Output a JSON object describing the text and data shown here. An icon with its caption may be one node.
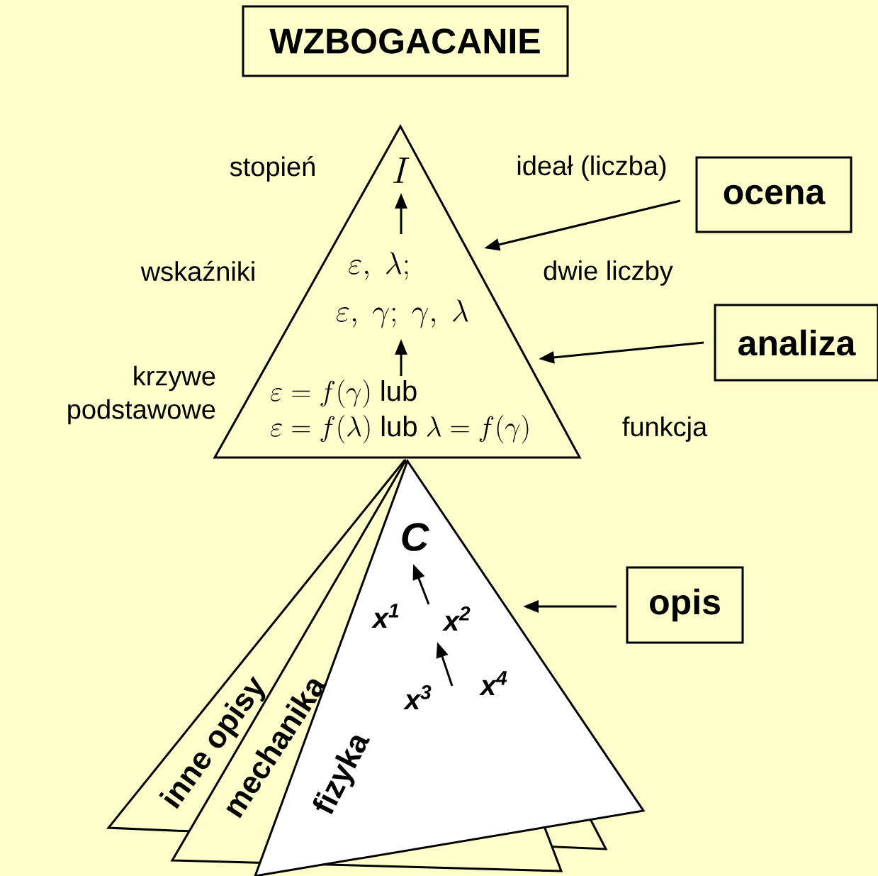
{
  "diagram": {
    "nodes": [
      {
        "text": [
          "WZBOGACANIE"
        ]
      },
      {
        "text": [],
        "shape": "triangle"
      },
      {
        "text": [
          "I"
        ],
        "in": 1
      },
      {
        "text": [
          "\\varepsilon,\\ \\lambda;"
        ],
        "in": 1
      },
      {
        "text": [
          "\\varepsilon,\\ \\gamma;\\ \\gamma,\\ \\lambda"
        ],
        "in": 1
      },
      {
        "text": [
          "\\varepsilon = f(\\gamma)\\ \\text{lub}",
          "\\varepsilon = f(\\lambda)\\ \\text{lub}\\ \\lambda = f(\\gamma)"
        ],
        "in": 1
      },
      {
        "text": [
          "ocena"
        ]
      },
      {
        "text": [
          "analiza"
        ]
      },
      {
        "text": [
          "opis"
        ]
      },
      {
        "text": [
          "inne opisy"
        ]
      },
      {
        "text": [
          "mechanika"
        ]
      },
      {
        "text": [
          "fizyka"
        ]
      },
      {
        "text": [
          "C"
        ]
      },
      {
        "text": [
          "x$^{1}$"
        ]
      },
      {
        "text": [
          "x$^{2}$"
        ]
      },
      {
        "text": [
          "x$^{3}$"
        ]
      },
      {
        "text": [
          "x$^{4}$"
        ]
      }
    ],
    "edges": [
      {
        "from": 6,
        "to": 1,
        "arrow": "to"
      },
      {
        "from": 7,
        "to": 1,
        "arrow": "to"
      },
      {
        "from": 8,
        "to": null,
        "arrow": "to"
      },
      {
        "from": 3,
        "to": 2,
        "arrow": "to"
      },
      {
        "from": 5,
        "to": 4,
        "arrow": "to"
      },
      {
        "from": 14,
        "to": 12,
        "arrow": "to"
      },
      {
        "from": null,
        "to": 14,
        "arrow": "to"
      }
    ],
    "labels": [
      "stopień",
      "ideał (liczba)",
      "wskaźniki",
      "dwie liczby",
      "krzywe podstawowe",
      "funkcja"
    ]
  }
}
